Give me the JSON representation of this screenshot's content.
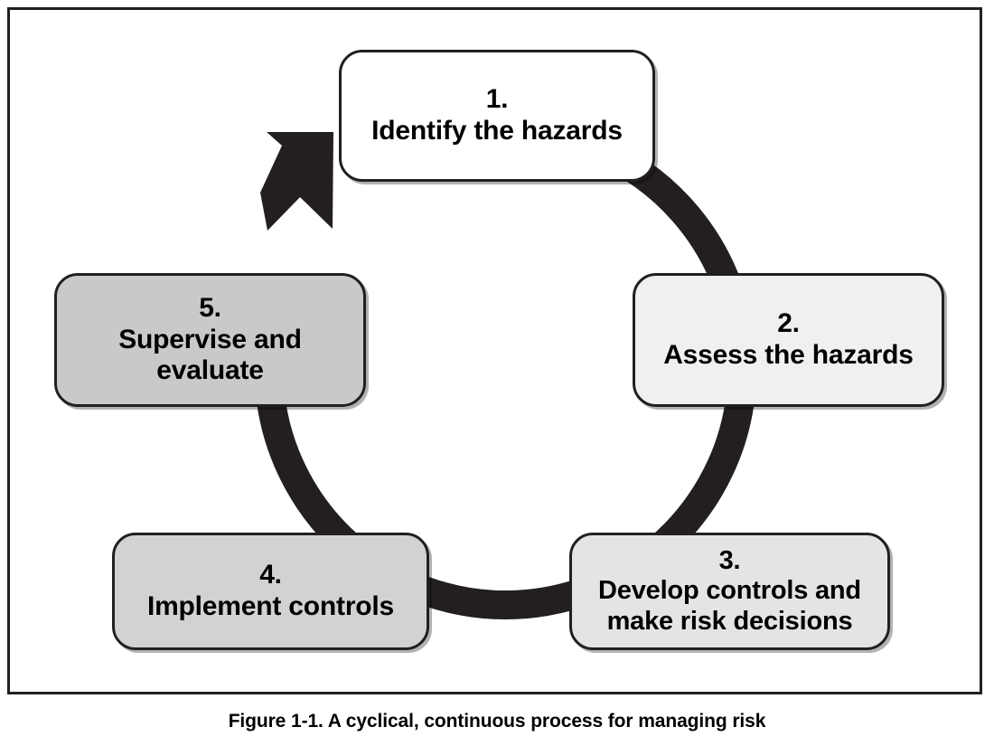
{
  "figure": {
    "caption": "Figure 1-1. A cyclical, continuous process for managing risk",
    "frame_color": "#231f20",
    "background": "#ffffff"
  },
  "diagram": {
    "type": "cycle",
    "direction": "clockwise",
    "ring_color": "#231f20",
    "arrow_icon_name": "clockwise-cycle-arrow",
    "steps": [
      {
        "id": "step-1",
        "number": "1.",
        "label": "Identify the hazards",
        "fill": "#ffffff",
        "position": "top"
      },
      {
        "id": "step-2",
        "number": "2.",
        "label": "Assess the hazards",
        "fill": "#f0f0f0",
        "position": "right"
      },
      {
        "id": "step-3",
        "number": "3.",
        "label": "Develop controls and\nmake risk decisions",
        "fill": "#e4e4e4",
        "position": "bottom-right"
      },
      {
        "id": "step-4",
        "number": "4.",
        "label": "Implement controls",
        "fill": "#d2d2d2",
        "position": "bottom-left"
      },
      {
        "id": "step-5",
        "number": "5.",
        "label": "Supervise and\nevaluate",
        "fill": "#c9c9c9",
        "position": "left"
      }
    ]
  }
}
